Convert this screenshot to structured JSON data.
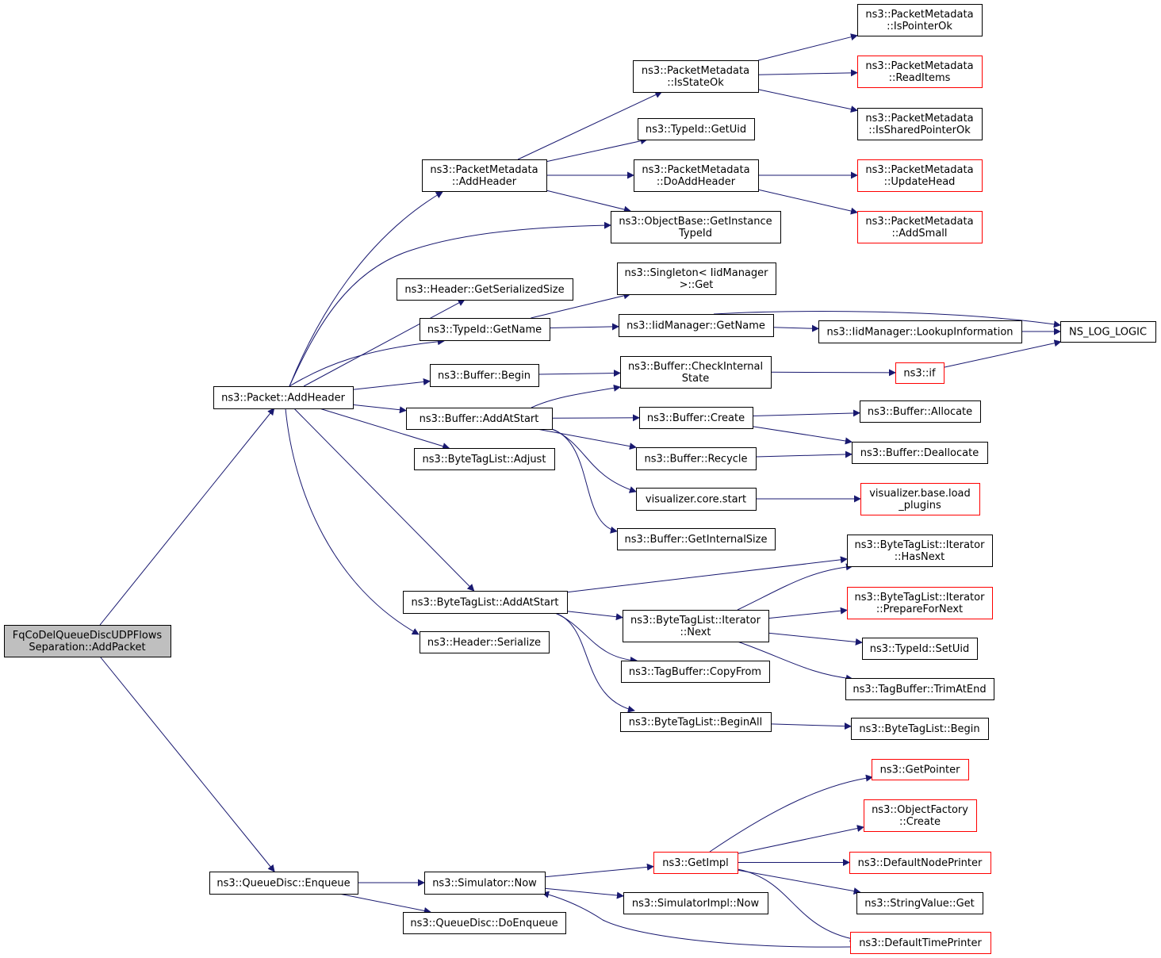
{
  "colors": {
    "edge": "#191970",
    "border_default": "#000000",
    "border_truncated": "#ff0000",
    "root_fill": "#bfbfbf",
    "node_fill": "#ffffff"
  },
  "nodes": [
    {
      "id": "root",
      "lines": [
        "FqCoDelQueueDiscUDPFlows",
        "Separation::AddPacket"
      ],
      "style": "root"
    },
    {
      "id": "pkt_addheader",
      "lines": [
        "ns3::Packet::AddHeader"
      ],
      "style": "default"
    },
    {
      "id": "qd_enqueue",
      "lines": [
        "ns3::QueueDisc::Enqueue"
      ],
      "style": "default"
    },
    {
      "id": "pm_addheader",
      "lines": [
        "ns3::PacketMetadata",
        "::AddHeader"
      ],
      "style": "default"
    },
    {
      "id": "hdr_getsersize",
      "lines": [
        "ns3::Header::GetSerializedSize"
      ],
      "style": "default"
    },
    {
      "id": "typeid_getname",
      "lines": [
        "ns3::TypeId::GetName"
      ],
      "style": "default"
    },
    {
      "id": "buf_begin",
      "lines": [
        "ns3::Buffer::Begin"
      ],
      "style": "default"
    },
    {
      "id": "buf_addatstart",
      "lines": [
        "ns3::Buffer::AddAtStart"
      ],
      "style": "default"
    },
    {
      "id": "btl_adjust",
      "lines": [
        "ns3::ByteTagList::Adjust"
      ],
      "style": "default"
    },
    {
      "id": "btl_addatstart",
      "lines": [
        "ns3::ByteTagList::AddAtStart"
      ],
      "style": "default"
    },
    {
      "id": "hdr_serialize",
      "lines": [
        "ns3::Header::Serialize"
      ],
      "style": "default"
    },
    {
      "id": "sim_now",
      "lines": [
        "ns3::Simulator::Now"
      ],
      "style": "default"
    },
    {
      "id": "qd_doenqueue",
      "lines": [
        "ns3::QueueDisc::DoEnqueue"
      ],
      "style": "default"
    },
    {
      "id": "pm_isstateok",
      "lines": [
        "ns3::PacketMetadata",
        "::IsStateOk"
      ],
      "style": "default"
    },
    {
      "id": "typeid_getuid",
      "lines": [
        "ns3::TypeId::GetUid"
      ],
      "style": "default"
    },
    {
      "id": "pm_doaddheader",
      "lines": [
        "ns3::PacketMetadata",
        "::DoAddHeader"
      ],
      "style": "default"
    },
    {
      "id": "ob_getinstancetypeid",
      "lines": [
        "ns3::ObjectBase::GetInstance",
        "TypeId"
      ],
      "style": "default"
    },
    {
      "id": "singleton_get",
      "lines": [
        "ns3::Singleton< IidManager",
        ">::Get"
      ],
      "style": "default"
    },
    {
      "id": "iid_getname",
      "lines": [
        "ns3::IidManager::GetName"
      ],
      "style": "default"
    },
    {
      "id": "buf_checkinternal",
      "lines": [
        "ns3::Buffer::CheckInternal",
        "State"
      ],
      "style": "default"
    },
    {
      "id": "buf_create",
      "lines": [
        "ns3::Buffer::Create"
      ],
      "style": "default"
    },
    {
      "id": "buf_recycle",
      "lines": [
        "ns3::Buffer::Recycle"
      ],
      "style": "default"
    },
    {
      "id": "viz_core_start",
      "lines": [
        "visualizer.core.start"
      ],
      "style": "default"
    },
    {
      "id": "buf_getinternalsize",
      "lines": [
        "ns3::Buffer::GetInternalSize"
      ],
      "style": "default"
    },
    {
      "id": "btli_next",
      "lines": [
        "ns3::ByteTagList::Iterator",
        "::Next"
      ],
      "style": "default"
    },
    {
      "id": "tb_copyfrom",
      "lines": [
        "ns3::TagBuffer::CopyFrom"
      ],
      "style": "default"
    },
    {
      "id": "btl_beginall",
      "lines": [
        "ns3::ByteTagList::BeginAll"
      ],
      "style": "default"
    },
    {
      "id": "getimpl",
      "lines": [
        "ns3::GetImpl"
      ],
      "style": "truncated"
    },
    {
      "id": "simimpl_now",
      "lines": [
        "ns3::SimulatorImpl::Now"
      ],
      "style": "default"
    },
    {
      "id": "pm_ispointerok",
      "lines": [
        "ns3::PacketMetadata",
        "::IsPointerOk"
      ],
      "style": "default"
    },
    {
      "id": "pm_readitems",
      "lines": [
        "ns3::PacketMetadata",
        "::ReadItems"
      ],
      "style": "truncated"
    },
    {
      "id": "pm_issharedpointerok",
      "lines": [
        "ns3::PacketMetadata",
        "::IsSharedPointerOk"
      ],
      "style": "default"
    },
    {
      "id": "pm_updatehead",
      "lines": [
        "ns3::PacketMetadata",
        "::UpdateHead"
      ],
      "style": "truncated"
    },
    {
      "id": "pm_addsmall",
      "lines": [
        "ns3::PacketMetadata",
        "::AddSmall"
      ],
      "style": "truncated"
    },
    {
      "id": "iid_lookupinfo",
      "lines": [
        "ns3::IidManager::LookupInformation"
      ],
      "style": "default"
    },
    {
      "id": "ns3_if",
      "lines": [
        "ns3::if"
      ],
      "style": "truncated"
    },
    {
      "id": "buf_allocate",
      "lines": [
        "ns3::Buffer::Allocate"
      ],
      "style": "default"
    },
    {
      "id": "buf_deallocate",
      "lines": [
        "ns3::Buffer::Deallocate"
      ],
      "style": "default"
    },
    {
      "id": "viz_base_loadplugins",
      "lines": [
        "visualizer.base.load",
        "_plugins"
      ],
      "style": "truncated"
    },
    {
      "id": "btli_hasnext",
      "lines": [
        "ns3::ByteTagList::Iterator",
        "::HasNext"
      ],
      "style": "default"
    },
    {
      "id": "btli_preparefornext",
      "lines": [
        "ns3::ByteTagList::Iterator",
        "::PrepareForNext"
      ],
      "style": "truncated"
    },
    {
      "id": "typeid_setuid",
      "lines": [
        "ns3::TypeId::SetUid"
      ],
      "style": "default"
    },
    {
      "id": "tb_trimatend",
      "lines": [
        "ns3::TagBuffer::TrimAtEnd"
      ],
      "style": "default"
    },
    {
      "id": "btl_begin",
      "lines": [
        "ns3::ByteTagList::Begin"
      ],
      "style": "default"
    },
    {
      "id": "getpointer",
      "lines": [
        "ns3::GetPointer"
      ],
      "style": "truncated"
    },
    {
      "id": "objfactory_create",
      "lines": [
        "ns3::ObjectFactory",
        "::Create"
      ],
      "style": "truncated"
    },
    {
      "id": "defaultnodeprinter",
      "lines": [
        "ns3::DefaultNodePrinter"
      ],
      "style": "truncated"
    },
    {
      "id": "stringvalue_get",
      "lines": [
        "ns3::StringValue::Get"
      ],
      "style": "default"
    },
    {
      "id": "defaulttimeprinter",
      "lines": [
        "ns3::DefaultTimePrinter"
      ],
      "style": "truncated"
    },
    {
      "id": "ns_log_logic",
      "lines": [
        "NS_LOG_LOGIC"
      ],
      "style": "default"
    }
  ],
  "edges": [
    {
      "from": "root",
      "to": "pkt_addheader"
    },
    {
      "from": "root",
      "to": "qd_enqueue"
    },
    {
      "from": "pkt_addheader",
      "to": "pm_addheader"
    },
    {
      "from": "pkt_addheader",
      "to": "ob_getinstancetypeid"
    },
    {
      "from": "pkt_addheader",
      "to": "hdr_getsersize"
    },
    {
      "from": "pkt_addheader",
      "to": "typeid_getname"
    },
    {
      "from": "pkt_addheader",
      "to": "buf_begin"
    },
    {
      "from": "pkt_addheader",
      "to": "buf_addatstart"
    },
    {
      "from": "pkt_addheader",
      "to": "btl_adjust"
    },
    {
      "from": "pkt_addheader",
      "to": "btl_addatstart"
    },
    {
      "from": "pkt_addheader",
      "to": "hdr_serialize"
    },
    {
      "from": "qd_enqueue",
      "to": "sim_now"
    },
    {
      "from": "qd_enqueue",
      "to": "qd_doenqueue"
    },
    {
      "from": "pm_addheader",
      "to": "pm_isstateok"
    },
    {
      "from": "pm_addheader",
      "to": "typeid_getuid"
    },
    {
      "from": "pm_addheader",
      "to": "pm_doaddheader"
    },
    {
      "from": "pm_addheader",
      "to": "ob_getinstancetypeid"
    },
    {
      "from": "pm_isstateok",
      "to": "pm_ispointerok"
    },
    {
      "from": "pm_isstateok",
      "to": "pm_readitems"
    },
    {
      "from": "pm_isstateok",
      "to": "pm_issharedpointerok"
    },
    {
      "from": "pm_doaddheader",
      "to": "pm_updatehead"
    },
    {
      "from": "pm_doaddheader",
      "to": "pm_addsmall"
    },
    {
      "from": "typeid_getname",
      "to": "singleton_get"
    },
    {
      "from": "typeid_getname",
      "to": "iid_getname"
    },
    {
      "from": "iid_getname",
      "to": "iid_lookupinfo"
    },
    {
      "from": "iid_getname",
      "to": "ns_log_logic"
    },
    {
      "from": "iid_lookupinfo",
      "to": "ns_log_logic"
    },
    {
      "from": "buf_begin",
      "to": "buf_checkinternal"
    },
    {
      "from": "buf_addatstart",
      "to": "buf_checkinternal"
    },
    {
      "from": "buf_addatstart",
      "to": "buf_create"
    },
    {
      "from": "buf_addatstart",
      "to": "buf_recycle"
    },
    {
      "from": "buf_addatstart",
      "to": "viz_core_start"
    },
    {
      "from": "buf_addatstart",
      "to": "buf_getinternalsize"
    },
    {
      "from": "buf_checkinternal",
      "to": "ns3_if"
    },
    {
      "from": "ns3_if",
      "to": "ns_log_logic"
    },
    {
      "from": "buf_create",
      "to": "buf_allocate"
    },
    {
      "from": "buf_create",
      "to": "buf_deallocate"
    },
    {
      "from": "buf_recycle",
      "to": "buf_deallocate"
    },
    {
      "from": "viz_core_start",
      "to": "viz_base_loadplugins"
    },
    {
      "from": "btl_addatstart",
      "to": "btli_hasnext"
    },
    {
      "from": "btl_addatstart",
      "to": "btli_next"
    },
    {
      "from": "btl_addatstart",
      "to": "tb_copyfrom"
    },
    {
      "from": "btl_addatstart",
      "to": "btl_beginall"
    },
    {
      "from": "btli_next",
      "to": "btli_hasnext"
    },
    {
      "from": "btli_next",
      "to": "btli_preparefornext"
    },
    {
      "from": "btli_next",
      "to": "typeid_setuid"
    },
    {
      "from": "btli_next",
      "to": "tb_trimatend"
    },
    {
      "from": "btl_beginall",
      "to": "btl_begin"
    },
    {
      "from": "sim_now",
      "to": "getimpl"
    },
    {
      "from": "sim_now",
      "to": "simimpl_now"
    },
    {
      "from": "getimpl",
      "to": "getpointer"
    },
    {
      "from": "getimpl",
      "to": "objfactory_create"
    },
    {
      "from": "getimpl",
      "to": "defaultnodeprinter"
    },
    {
      "from": "getimpl",
      "to": "stringvalue_get"
    },
    {
      "from": "getimpl",
      "to": "defaulttimeprinter"
    },
    {
      "from": "defaulttimeprinter",
      "to": "sim_now"
    }
  ]
}
